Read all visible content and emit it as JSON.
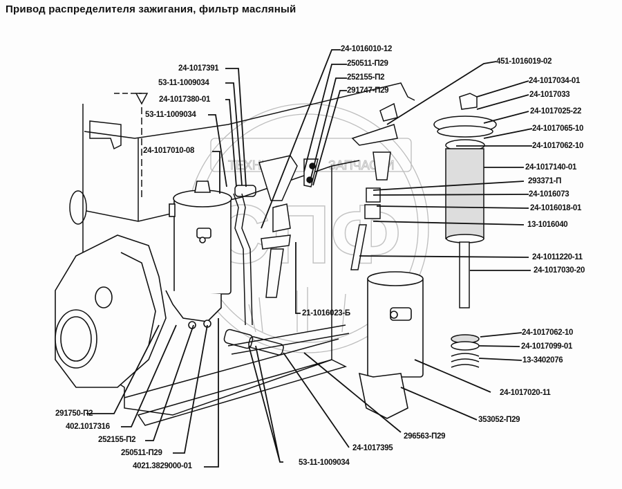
{
  "title": "Привод распределителя зажигания, фильтр масляный",
  "watermark": {
    "top_left": "ТЕХНИКА",
    "top_right": "ЗАПЧАСТИ",
    "letters": "СПФ"
  },
  "colors": {
    "line": "#111111",
    "watermark": "#bbbbbb",
    "background": "#fdfdfd"
  },
  "labels": {
    "p24_1016010_12": "24-1016010-12",
    "p24_1017391": "24-1017391",
    "p250511_P29_top": "250511-П29",
    "p53_11_1009034_a": "53-11-1009034",
    "p252155_P2_top": "252155-П2",
    "p24_1017380_01": "24-1017380-01",
    "p291747_P29": "291747-П29",
    "p53_11_1009034_b": "53-11-1009034",
    "p24_1017010_08": "24-1017010-08",
    "p451_1016019_02": "451-1016019-02",
    "p24_1017034_01": "24-1017034-01",
    "p24_1017033": "24-1017033",
    "p24_1017025_22": "24-1017025-22",
    "p24_1017065_10": "24-1017065-10",
    "p24_1017062_10_top": "24-1017062-10",
    "p24_1017140_01": "24-1017140-01",
    "p293371_P": "293371-П",
    "p24_1016073": "24-1016073",
    "p24_1016018_01": "24-1016018-01",
    "p13_1016040": "13-1016040",
    "p24_1011220_11": "24-1011220-11",
    "p24_1017030_20": "24-1017030-20",
    "p21_1016023_B": "21-1016023-Б",
    "p24_1017062_10_bot": "24-1017062-10",
    "p24_1017099_01": "24-1017099-01",
    "p13_3402076": "13-3402076",
    "p24_1017020_11": "24-1017020-11",
    "p291750_P2": "291750-П2",
    "p402_1017316": "402.1017316",
    "p252155_P2_bot": "252155-П2",
    "p250511_P29_bot": "250511-П29",
    "p4021_3829000_01": "4021.3829000-01",
    "p353052_P29": "353052-П29",
    "p296563_P29": "296563-П29",
    "p24_1017395": "24-1017395",
    "p53_11_1009034_c": "53-11-1009034"
  }
}
